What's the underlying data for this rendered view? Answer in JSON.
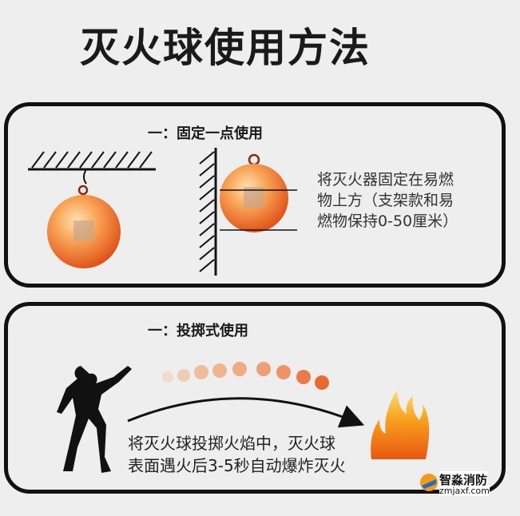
{
  "title": "灭火球使用方法",
  "section1": {
    "heading": "一：固定一点使用",
    "description_lines": [
      "将灭火器固定在易燃",
      "物上方（支架款和易",
      "燃物保持0-50厘米）"
    ]
  },
  "section2": {
    "heading": "一：投掷式使用",
    "description_lines": [
      "将灭火球投掷火焰中，灭火球",
      "表面遇火后3-5秒自动爆炸灭火"
    ]
  },
  "watermark": {
    "name": "智淼消防",
    "url": "zmjaxf.com"
  },
  "colors": {
    "ball": "#f07a2a",
    "ball_highlight": "#ffd9a0",
    "border": "#111111",
    "fire": "#f5a623"
  }
}
